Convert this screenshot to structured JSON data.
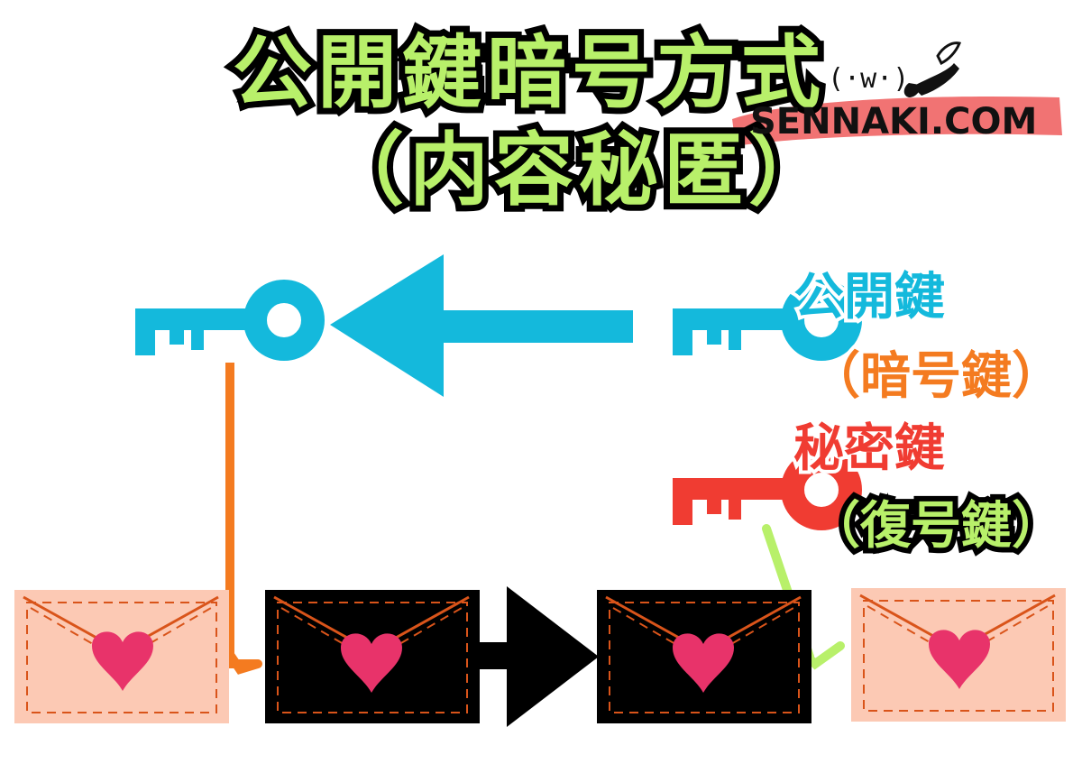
{
  "title": {
    "line1": "公開鍵暗号方式",
    "line2": "（内容秘匿）"
  },
  "brand": {
    "text": "SENNAKI.COM",
    "mascot_face": "(·w·)"
  },
  "labels": {
    "public_key": "公開鍵",
    "encryption_key": "（暗号鍵）",
    "secret_key": "秘密鍵",
    "decryption_key": "（復号鍵）"
  },
  "colors": {
    "title_fill": "#b8f06a",
    "public_key": "#14b9dc",
    "secret_key": "#f03c32",
    "encryption_label": "#f47b20",
    "secret_label": "#f03c32",
    "orange_arrow": "#f47b20",
    "green_arrow": "#b8f06a",
    "plain_envelope": "#fcc9b4",
    "encrypted_envelope": "#000000",
    "heart": "#e8336a",
    "brand_highlight": "#ef5a5a"
  },
  "icons": [
    "key-icon",
    "arrow-left-icon",
    "arrow-down-icon",
    "envelope-icon",
    "heart-icon",
    "arrow-right-icon",
    "brush-icon"
  ]
}
